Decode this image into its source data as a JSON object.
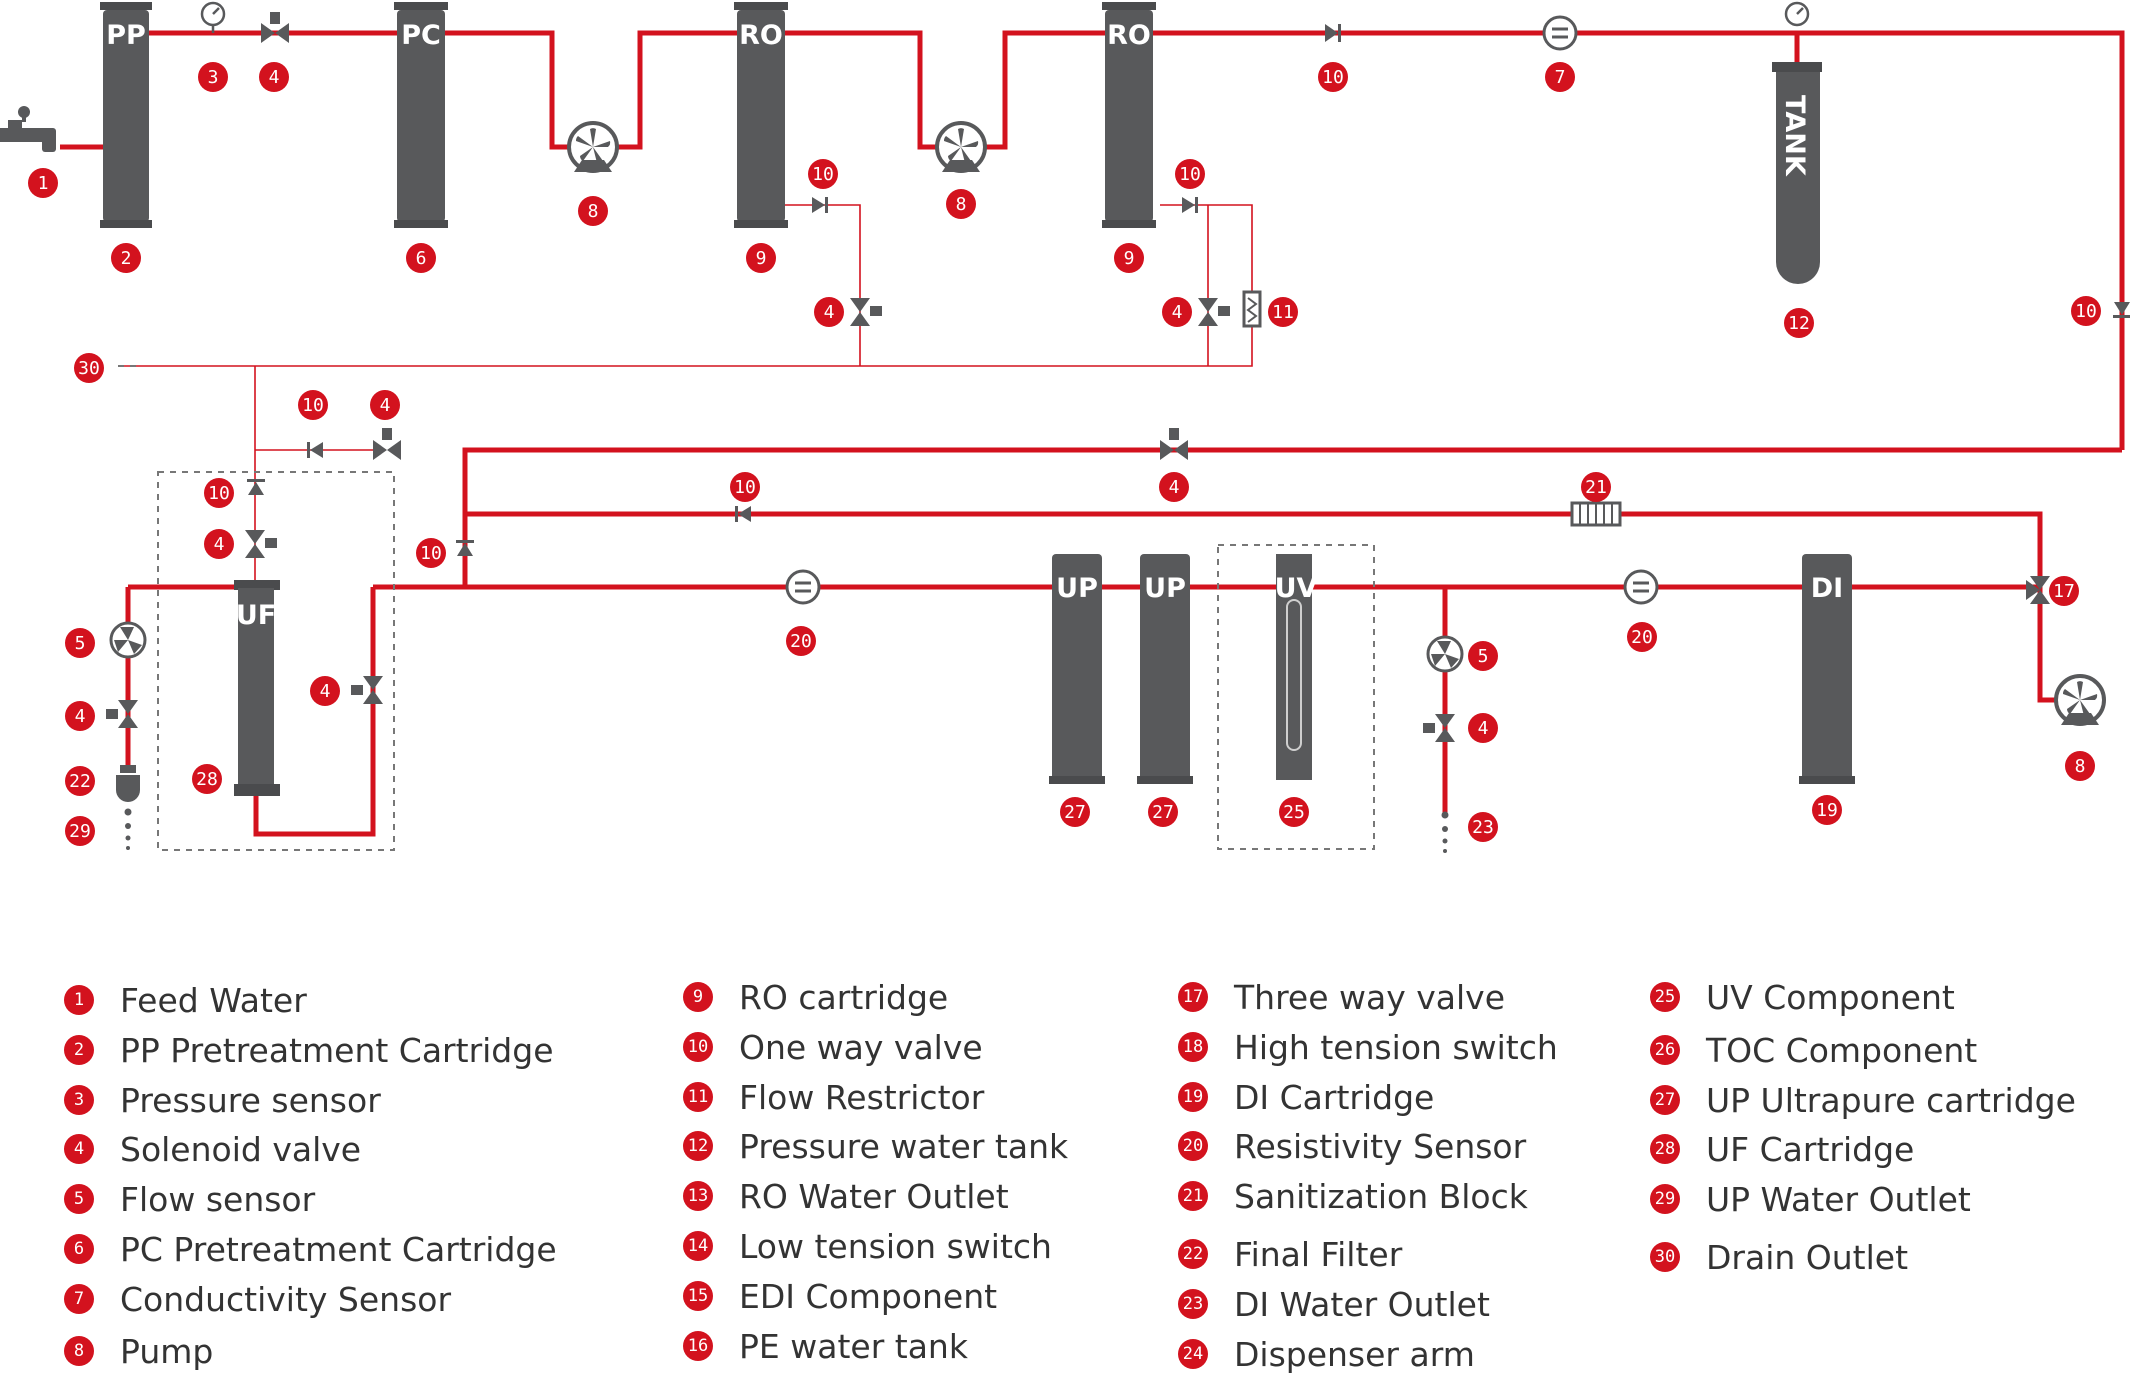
{
  "colors": {
    "pipe": "#d3121e",
    "component": "#58595b",
    "drain": "#58595b",
    "badge": "#d3121e"
  },
  "cartridge_labels": {
    "pp": "PP",
    "pc": "PC",
    "ro1": "RO",
    "ro2": "RO",
    "tank": "TANK",
    "uf": "UF",
    "up1": "UP",
    "up2": "UP",
    "uv": "UV",
    "di": "DI"
  },
  "markers": {
    "m1": "1",
    "m2": "2",
    "m3": "3",
    "m4a": "4",
    "m6": "6",
    "m8a": "8",
    "m9a": "9",
    "m10a": "10",
    "m4b": "4",
    "m8b": "8",
    "m9b": "9",
    "m10b": "10",
    "m4c": "4",
    "m11": "11",
    "m10c": "10",
    "m7": "7",
    "m12": "12",
    "m10d": "10",
    "m30": "30",
    "m10e": "10",
    "m4d": "4",
    "m4e": "4",
    "m10f": "10",
    "m21": "21",
    "m10g": "10",
    "m4f": "4",
    "m10h": "10",
    "m5a": "5",
    "m4g": "4",
    "m22": "22",
    "m29": "29",
    "m28": "28",
    "m4h": "4",
    "m20a": "20",
    "m27a": "27",
    "m27b": "27",
    "m25": "25",
    "m5b": "5",
    "m4i": "4",
    "m23": "23",
    "m20b": "20",
    "m19": "19",
    "m17": "17",
    "m8c": "8"
  },
  "legend": [
    [
      {
        "num": "1",
        "label": "Feed Water"
      },
      {
        "num": "2",
        "label": "PP Pretreatment Cartridge"
      },
      {
        "num": "3",
        "label": "Pressure sensor"
      },
      {
        "num": "4",
        "label": "Solenoid valve"
      },
      {
        "num": "5",
        "label": "Flow sensor"
      },
      {
        "num": "6",
        "label": "PC Pretreatment Cartridge"
      },
      {
        "num": "7",
        "label": "Conductivity Sensor"
      },
      {
        "num": "8",
        "label": "Pump"
      }
    ],
    [
      {
        "num": "9",
        "label": "RO cartridge"
      },
      {
        "num": "10",
        "label": "One way valve"
      },
      {
        "num": "11",
        "label": "Flow Restrictor"
      },
      {
        "num": "12",
        "label": "Pressure water tank"
      },
      {
        "num": "13",
        "label": "RO Water Outlet"
      },
      {
        "num": "14",
        "label": "Low tension switch"
      },
      {
        "num": "15",
        "label": "EDI Component"
      },
      {
        "num": "16",
        "label": "PE water tank"
      }
    ],
    [
      {
        "num": "17",
        "label": "Three way valve"
      },
      {
        "num": "18",
        "label": "High tension switch"
      },
      {
        "num": "19",
        "label": "DI Cartridge"
      },
      {
        "num": "20",
        "label": "Resistivity Sensor"
      },
      {
        "num": "21",
        "label": "Sanitization Block"
      },
      {
        "num": "22",
        "label": "Final Filter"
      },
      {
        "num": "23",
        "label": "DI Water Outlet"
      },
      {
        "num": "24",
        "label": "Dispenser arm"
      }
    ],
    [
      {
        "num": "25",
        "label": "UV Component"
      },
      {
        "num": "26",
        "label": "TOC Component"
      },
      {
        "num": "27",
        "label": "UP Ultrapure cartridge"
      },
      {
        "num": "28",
        "label": "UF Cartridge"
      },
      {
        "num": "29",
        "label": "UP Water Outlet"
      },
      {
        "num": "30",
        "label": "Drain Outlet"
      }
    ]
  ]
}
